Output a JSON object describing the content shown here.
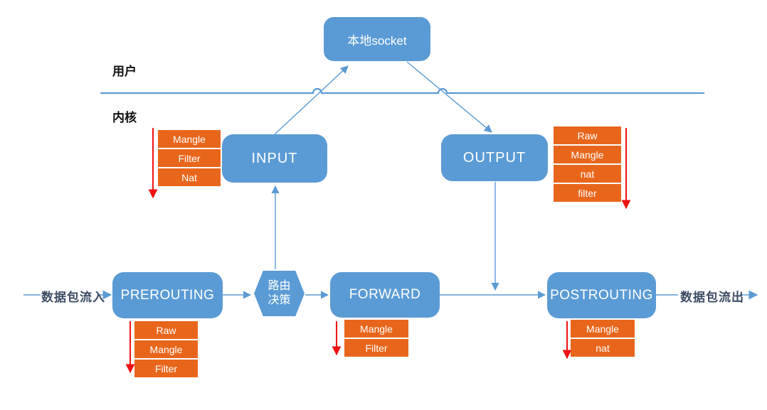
{
  "socket": {
    "label": "本地socket"
  },
  "layers": {
    "user": "用户",
    "kernel": "内核"
  },
  "flow": {
    "in": "数据包流入",
    "out": "数据包流出"
  },
  "chains": {
    "input": {
      "label": "INPUT",
      "tables": [
        "Mangle",
        "Filter",
        "Nat"
      ]
    },
    "output": {
      "label": "OUTPUT",
      "tables": [
        "Raw",
        "Mangle",
        "nat",
        "filter"
      ]
    },
    "prerouting": {
      "label": "PREROUTING",
      "tables": [
        "Raw",
        "Mangle",
        "Filter"
      ]
    },
    "forward": {
      "label": "FORWARD",
      "tables": [
        "Mangle",
        "Filter"
      ]
    },
    "postrouting": {
      "label": "POSTROUTING",
      "tables": [
        "Mangle",
        "nat"
      ]
    }
  },
  "routing_decision": {
    "label": "路由决策",
    "line1": "路由",
    "line2": "决策"
  },
  "colors": {
    "box_blue": "#5b9bd5",
    "connector_blue": "#5b9bd5",
    "table_orange": "#e8661c",
    "priority_red": "#ee1111",
    "flow_label_dark": "#3d4c63",
    "layer_label_black": "#111111"
  }
}
